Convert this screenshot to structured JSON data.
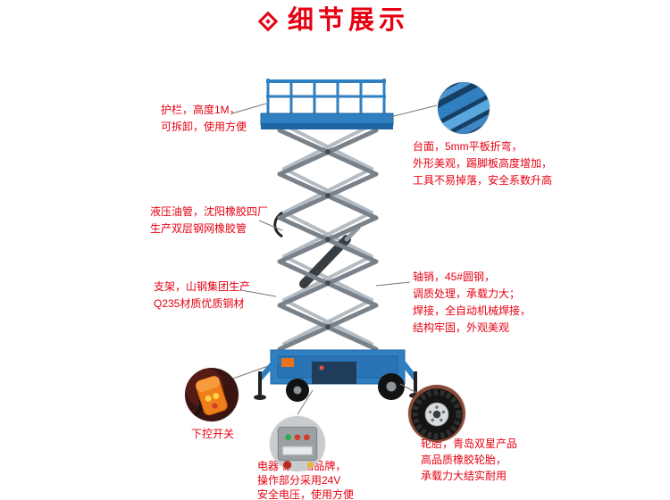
{
  "header": {
    "title": "细节展示"
  },
  "icons": {
    "header_icon": "diamond-icon"
  },
  "colors": {
    "accent_red": "#e60012",
    "lift_blue": "#2f7fc1",
    "lift_blue_dark": "#1d66a3",
    "scissor_gray": "#79828a",
    "remote_orange": "#ef7d1a",
    "tire_black": "#141414"
  },
  "callouts": {
    "guardrail": {
      "lines": [
        "护栏，高度1M，",
        "可拆卸，使用方便"
      ]
    },
    "platform": {
      "lines": [
        "台面，5mm平板折弯，",
        "外形美观，踢脚板高度增加，",
        "工具不易掉落，安全系数升高"
      ]
    },
    "hydraulic_hose": {
      "lines": [
        "液压油管，沈阳橡胶四厂",
        "生产双层钢网橡胶管"
      ]
    },
    "support_frame": {
      "lines": [
        "支架，山钢集团生产",
        "Q235材质优质钢材"
      ]
    },
    "axle_pin": {
      "lines": [
        "轴销，45#圆钢，",
        "调质处理，承载力大；",
        "焊接，全自动机械焊接，",
        "结构牢固，外观美观"
      ]
    },
    "lower_control": {
      "lines": [
        "下控开关"
      ]
    },
    "electrics": {
      "lines": [
        "电器 德力西品牌，",
        "操作部分采用24V",
        "安全电压，使用方便"
      ]
    },
    "tires": {
      "lines": [
        "轮胎，青岛双星产品",
        "高品质橡胶轮胎，",
        "承载力大结实耐用"
      ]
    }
  }
}
